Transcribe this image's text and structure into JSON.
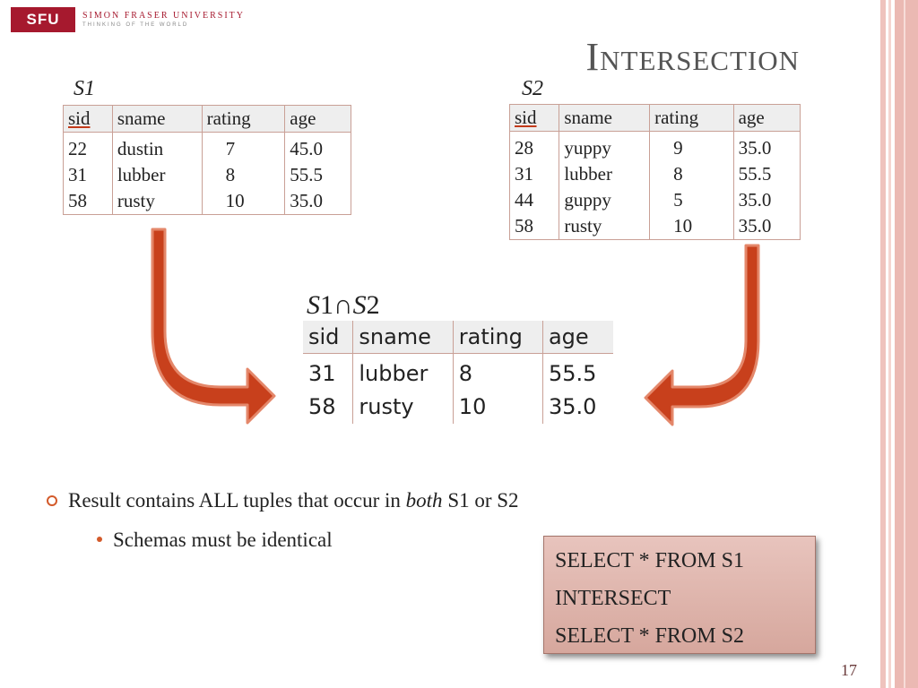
{
  "header": {
    "logo_text": "SFU",
    "logo_name": "SIMON FRASER UNIVERSITY",
    "logo_tagline": "THINKING OF THE WORLD"
  },
  "title": "Intersection",
  "s1": {
    "label": "S1",
    "columns": [
      "sid",
      "sname",
      "rating",
      "age"
    ],
    "rows": [
      [
        "22",
        "dustin",
        "7",
        "45.0"
      ],
      [
        "31",
        "lubber",
        "8",
        "55.5"
      ],
      [
        "58",
        "rusty",
        "10",
        "35.0"
      ]
    ]
  },
  "s2": {
    "label": "S2",
    "columns": [
      "sid",
      "sname",
      "rating",
      "age"
    ],
    "rows": [
      [
        "28",
        "yuppy",
        "9",
        "35.0"
      ],
      [
        "31",
        "lubber",
        "8",
        "55.5"
      ],
      [
        "44",
        "guppy",
        "5",
        "35.0"
      ],
      [
        "58",
        "rusty",
        "10",
        "35.0"
      ]
    ]
  },
  "result": {
    "label_s1": "S",
    "label_1": "1",
    "label_op": "∩",
    "label_s2": "S",
    "label_2": "2",
    "columns": [
      "sid",
      "sname",
      "rating",
      "age"
    ],
    "rows": [
      [
        "31",
        "lubber",
        "8",
        "55.5"
      ],
      [
        "58",
        "rusty",
        "10",
        "35.0"
      ]
    ]
  },
  "bullets": {
    "main_prefix": "Result contains ALL tuples that occur in ",
    "main_emphasis": "both",
    "main_suffix": " S1 or S2",
    "sub": "Schemas must be identical"
  },
  "sql": [
    "SELECT * FROM S1",
    "INTERSECT",
    "SELECT * FROM S2"
  ],
  "page_number": "17",
  "colors": {
    "accent": "#a6192e",
    "arrow_fill": "#c8401c",
    "stripe": "#e9b7b1"
  }
}
